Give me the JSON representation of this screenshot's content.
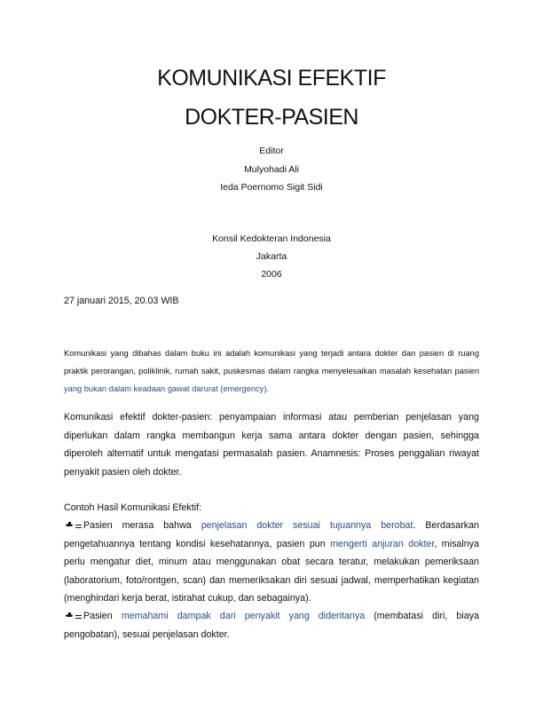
{
  "title": {
    "line1": "KOMUNIKASI EFEKTIF",
    "line2": "DOKTER-PASIEN"
  },
  "editors": {
    "label": "Editor",
    "names": [
      "Mulyohadi Ali",
      "Ieda Poernomo Sigit Sidi"
    ]
  },
  "publisher": {
    "name": "Konsil Kedokteran Indonesia",
    "city": "Jakarta",
    "year": "2006"
  },
  "timestamp": "27 januari 2015, 20.03 WIB",
  "intro": {
    "text": "Komunikasi yang dibahas dalam buku ini adalah komunikasi yang terjadi antara dokter dan pasien di ruang praktik perorangan, poliklinik, rumah sakit, puskesmas dalam rangka menyelesaikan masalah kesehatan pasien ",
    "link": "yang bukan dalam keadaan gawat darurat (emergency)",
    "end": "."
  },
  "definition": "Komunikasi efektif dokter-pasien: penyampaian informasi atau pemberian penjelasan yang diperlukan dalam rangka membangun kerja sama antara dokter dengan pasien, sehingga diperoleh alternatif untuk mengatasi permasalah pasien. Anamnesis: Proses penggalian riwayat penyakit pasien oleh dokter.",
  "examples": {
    "heading": "Contoh Hasil Komunikasi Efektif:",
    "items": [
      {
        "t1": "Pasien merasa bahwa ",
        "l1": "penjelasan dokter sesuai tujuannya berobat",
        "t2": ". Berdasarkan pengetahuannya tentang kondisi kesehatannya, pasien pun ",
        "l2": "mengerti anjuran dokter",
        "t3": ", misalnya perlu mengatur diet, minum atau menggunakan obat secara teratur, melakukan pemeriksaan (laboratorium, foto/rontgen, scan) dan memeriksakan diri sesuai jadwal, memperhatikan kegiatan (menghindari kerja berat, istirahat cukup, dan sebagainya)."
      },
      {
        "t1": "Pasien ",
        "l1": "memahami dampak dari penyakit yang dideritanya",
        "t2": " (membatasi diri, biaya pengobatan), sesuai penjelasan dokter."
      }
    ]
  },
  "colors": {
    "text": "#111111",
    "link": "#2b4c7e",
    "background": "#ffffff"
  }
}
